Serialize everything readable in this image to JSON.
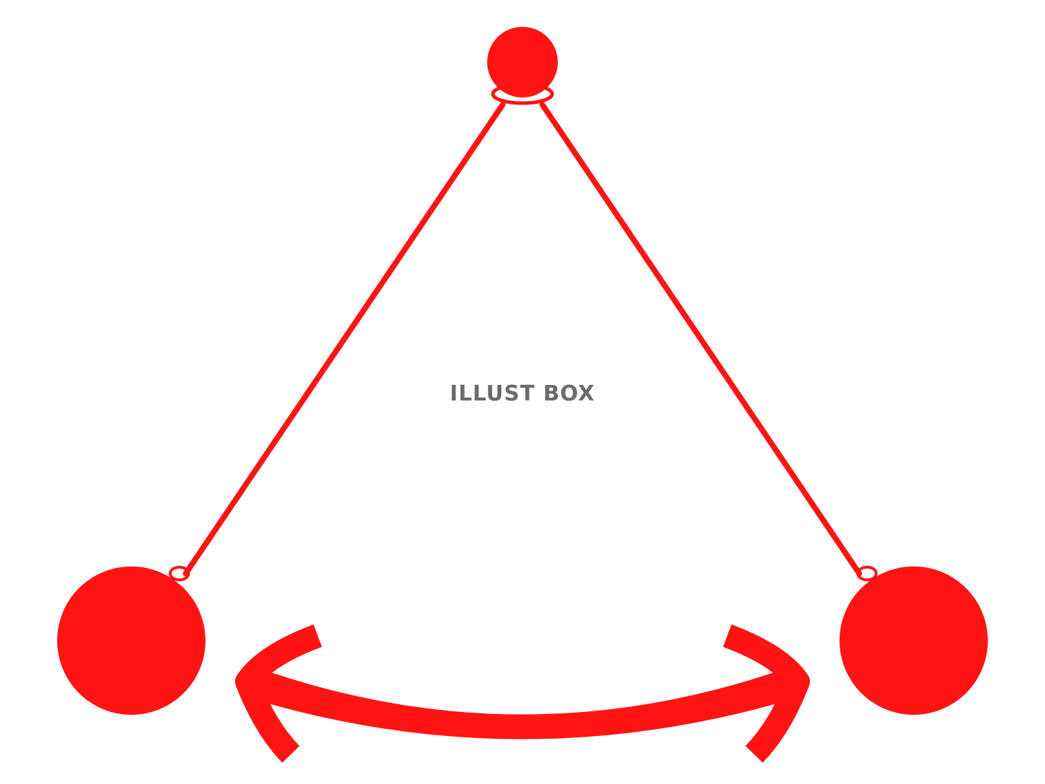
{
  "watermark": {
    "text": "ILLUST BOX"
  },
  "colors": {
    "accent": "#ff1414",
    "watermark": "#6b6b6b",
    "background": "#ffffff"
  },
  "icons": {
    "pivot": "circle",
    "bob_left": "circle",
    "bob_right": "circle",
    "swing_arrow": "double-headed-curved-arrow"
  }
}
